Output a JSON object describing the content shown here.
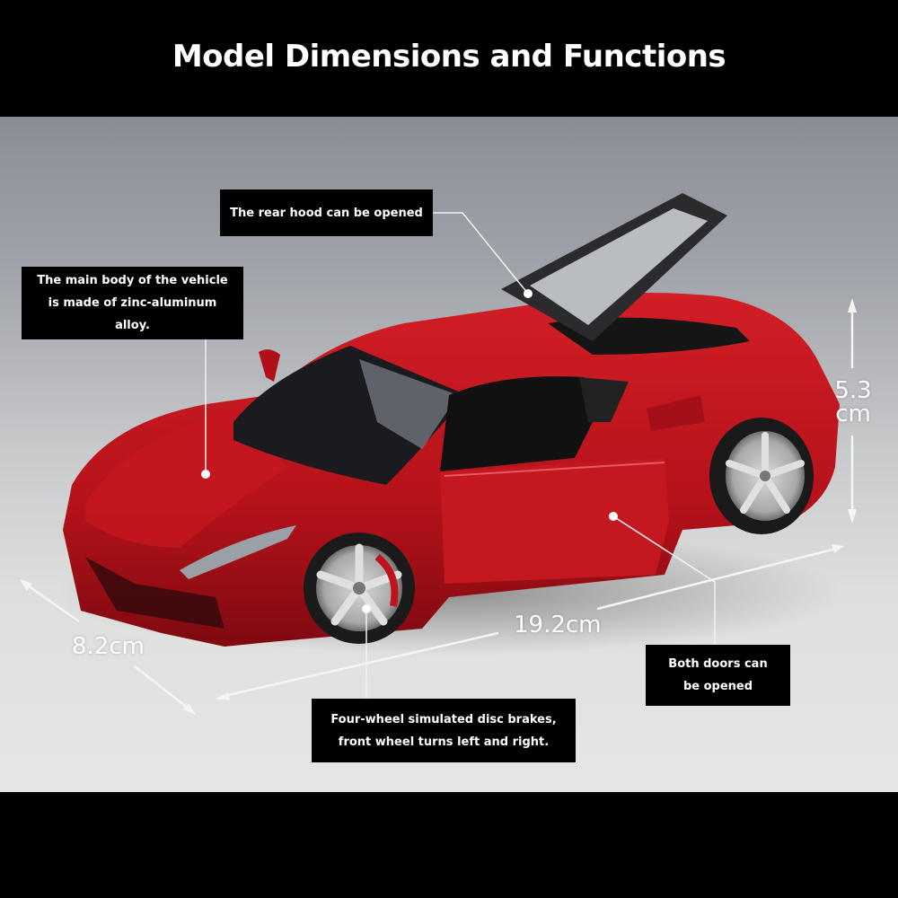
{
  "header": {
    "title": "Model Dimensions and Functions"
  },
  "product": {
    "subject": "Red sports car die-cast model (doors and rear hood open)",
    "body_color": "#c0121c",
    "background_color": "#dcdcdc"
  },
  "callouts": [
    {
      "id": "rear-hood",
      "text": "The rear hood can be opened"
    },
    {
      "id": "body-material",
      "text": "The main body of the vehicle is made of zinc-aluminum alloy."
    },
    {
      "id": "doors",
      "text": "Both doors can be opened"
    },
    {
      "id": "brakes",
      "text": "Four-wheel simulated disc brakes, front wheel turns left and right."
    }
  ],
  "dimensions": {
    "width": "8.2cm",
    "length": "19.2cm",
    "height_value": "5.3",
    "height_unit": "cm"
  }
}
